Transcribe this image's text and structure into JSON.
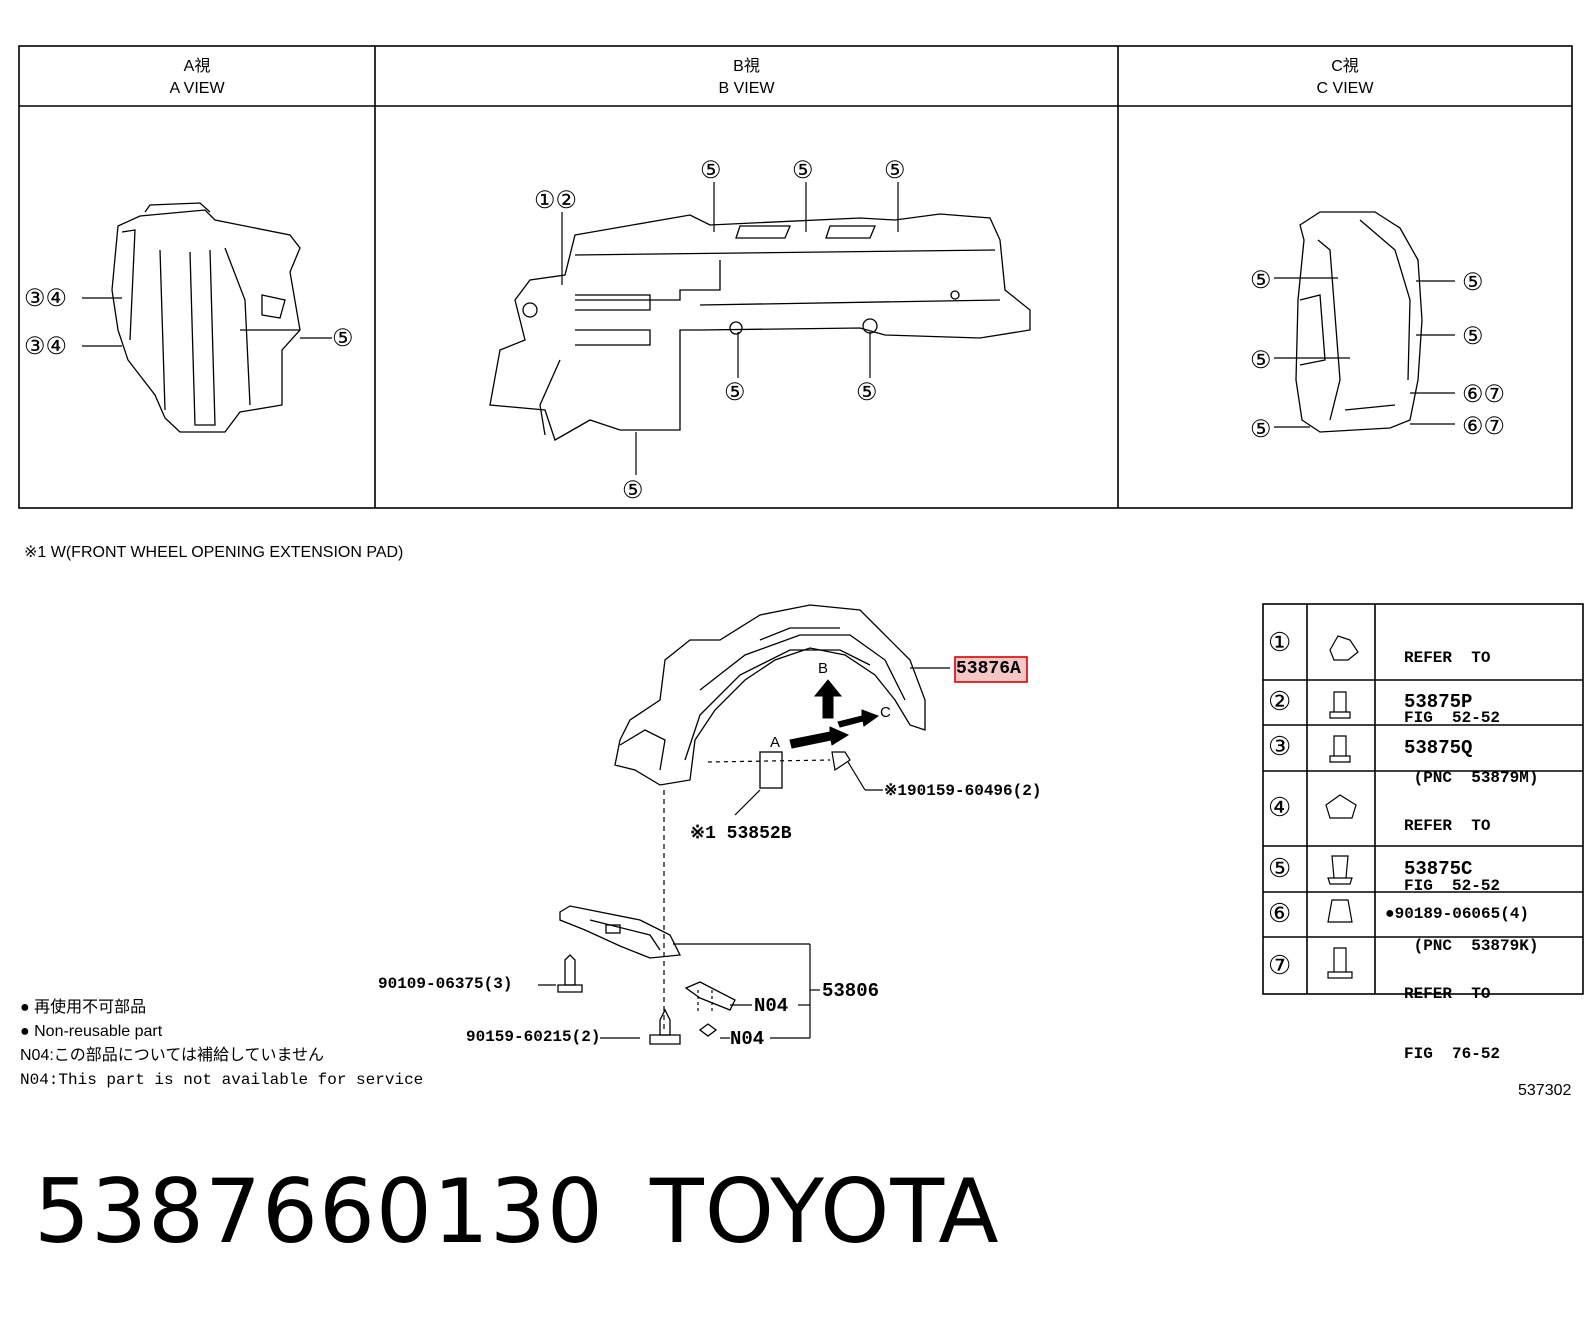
{
  "views": [
    {
      "jp": "A視",
      "en": "A VIEW"
    },
    {
      "jp": "B視",
      "en": "B VIEW"
    },
    {
      "jp": "C視",
      "en": "C VIEW"
    }
  ],
  "callouts": {
    "a_view": [
      "③④",
      "③④",
      "⑤"
    ],
    "b_view": [
      "①②",
      "⑤",
      "⑤",
      "⑤",
      "⑤",
      "⑤",
      "⑤"
    ],
    "c_view": [
      "⑤",
      "⑤",
      "⑤",
      "⑤",
      "⑤",
      "⑥⑦",
      "⑥⑦"
    ]
  },
  "note_w": "※1 W(FRONT WHEEL OPENING EXTENSION PAD)",
  "diagram": {
    "arrow_b": "B",
    "arrow_a": "A",
    "arrow_c": "C",
    "part_main": "53876A",
    "part_screw_top": "※190159-60496(2)",
    "part_pad": "※1 53852B",
    "part_bolt": "90109-06375(3)",
    "part_screw": "90159-60215(2)",
    "part_assy": "53806",
    "part_n04_a": "N04",
    "part_n04_b": "N04"
  },
  "parts_table": [
    {
      "num": "①",
      "lines": [
        "REFER  TO",
        "FIG  52-52",
        " (PNC  53879M)"
      ]
    },
    {
      "num": "②",
      "lines": [
        "53875P"
      ]
    },
    {
      "num": "③",
      "lines": [
        "53875Q"
      ]
    },
    {
      "num": "④",
      "lines": [
        "REFER  TO",
        "FIG  52-52",
        " (PNC  53879K)"
      ]
    },
    {
      "num": "⑤",
      "lines": [
        "53875C"
      ]
    },
    {
      "num": "⑥",
      "lines": [
        "●90189-06065(4)"
      ]
    },
    {
      "num": "⑦",
      "lines": [
        "REFER  TO",
        "FIG  76-52"
      ]
    }
  ],
  "legend": {
    "line1": "● 再使用不可部品",
    "line2": "● Non-reusable part",
    "line3": "N04:この部品については補給していません",
    "line4": "N04:This part is not available for service"
  },
  "figure_code": "537302",
  "part_number": "5387660130",
  "brand": "TOYOTA"
}
